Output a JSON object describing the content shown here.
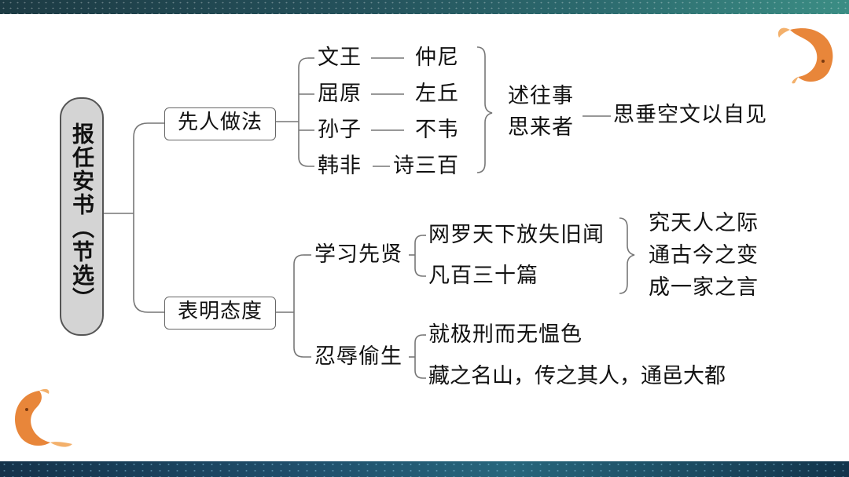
{
  "colors": {
    "line": "#777777",
    "root_fill": "#d4d4d4",
    "fish": "#e8863a"
  },
  "root": "报任安书（节选）",
  "branch1": {
    "label": "先人做法",
    "pairs": [
      {
        "left": "文王",
        "right": "仲尼"
      },
      {
        "left": "屈原",
        "right": "左丘"
      },
      {
        "left": "孙子",
        "right": "不韦"
      },
      {
        "left": "韩非",
        "right": "诗三百"
      }
    ],
    "summary_line1": "述往事",
    "summary_line2": "思来者",
    "conclusion": "思垂空文以自见"
  },
  "branch2": {
    "label": "表明态度",
    "sub1": {
      "label": "学习先贤",
      "items": [
        "网罗天下放失旧闻",
        "凡百三十篇"
      ],
      "results": [
        "究天人之际",
        "通古今之变",
        "成一家之言"
      ]
    },
    "sub2": {
      "label": "忍辱偷生",
      "items": [
        "就极刑而无愠色",
        "藏之名山，传之其人，通邑大都"
      ]
    }
  }
}
